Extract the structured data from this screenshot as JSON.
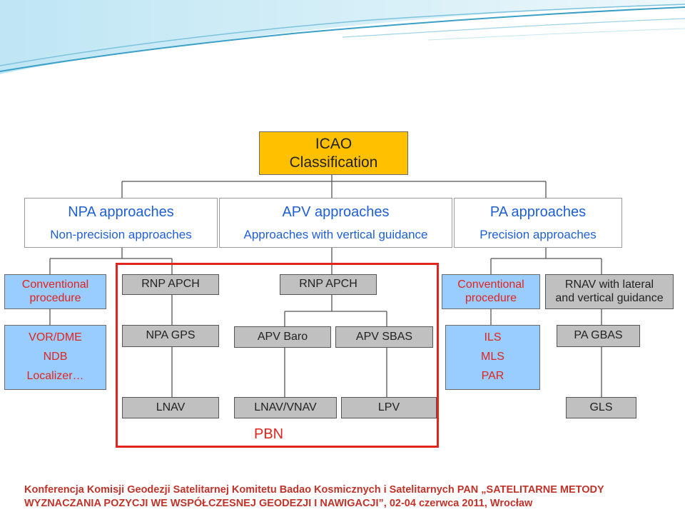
{
  "root": {
    "line1": "ICAO",
    "line2": "Classification"
  },
  "categories": [
    {
      "title": "NPA approaches",
      "subtitle": "Non-precision approaches"
    },
    {
      "title": "APV approaches",
      "subtitle": "Approaches with vertical guidance"
    },
    {
      "title": "PA approaches",
      "subtitle": "Precision approaches"
    }
  ],
  "npa": {
    "conventional": {
      "line1": "Conventional",
      "line2": "procedure"
    },
    "conventional_list": [
      "VOR/DME",
      "NDB",
      "Localizer…"
    ],
    "rnp_apch": "RNP APCH",
    "npa_gps": "NPA GPS",
    "lnav": "LNAV"
  },
  "apv": {
    "rnp_apch": "RNP APCH",
    "apv_baro": "APV Baro",
    "apv_sbas": "APV SBAS",
    "lnav_vnav": "LNAV/VNAV",
    "lpv": "LPV"
  },
  "pa": {
    "conventional": {
      "line1": "Conventional",
      "line2": "procedure"
    },
    "conventional_list": [
      "ILS",
      "MLS",
      "PAR"
    ],
    "rnav": {
      "line1": "RNAV with lateral",
      "line2": "and vertical guidance"
    },
    "pa_gbas": "PA GBAS",
    "gls": "GLS"
  },
  "pbn_label": "PBN",
  "footer": {
    "line1": "Konferencja Komisji Geodezji Satelitarnej Komitetu Badao Kosmicznych i Satelitarnych PAN „SATELITARNE METODY",
    "line2": "WYZNACZANIA POZYCJI WE WSPÓŁCZESNEJ GEODEZJI I NAWIGACJI”, 02-04 czerwca 2011, Wrocław"
  },
  "colors": {
    "root_fill": "#ffc000",
    "category_text": "#1f5fd6",
    "conventional_fill": "#99ccff",
    "conventional_text": "#e0241e",
    "pbn_node_fill": "#c0c0c0",
    "pbn_frame": "#e0241e",
    "footer_text": "#c0332a"
  }
}
